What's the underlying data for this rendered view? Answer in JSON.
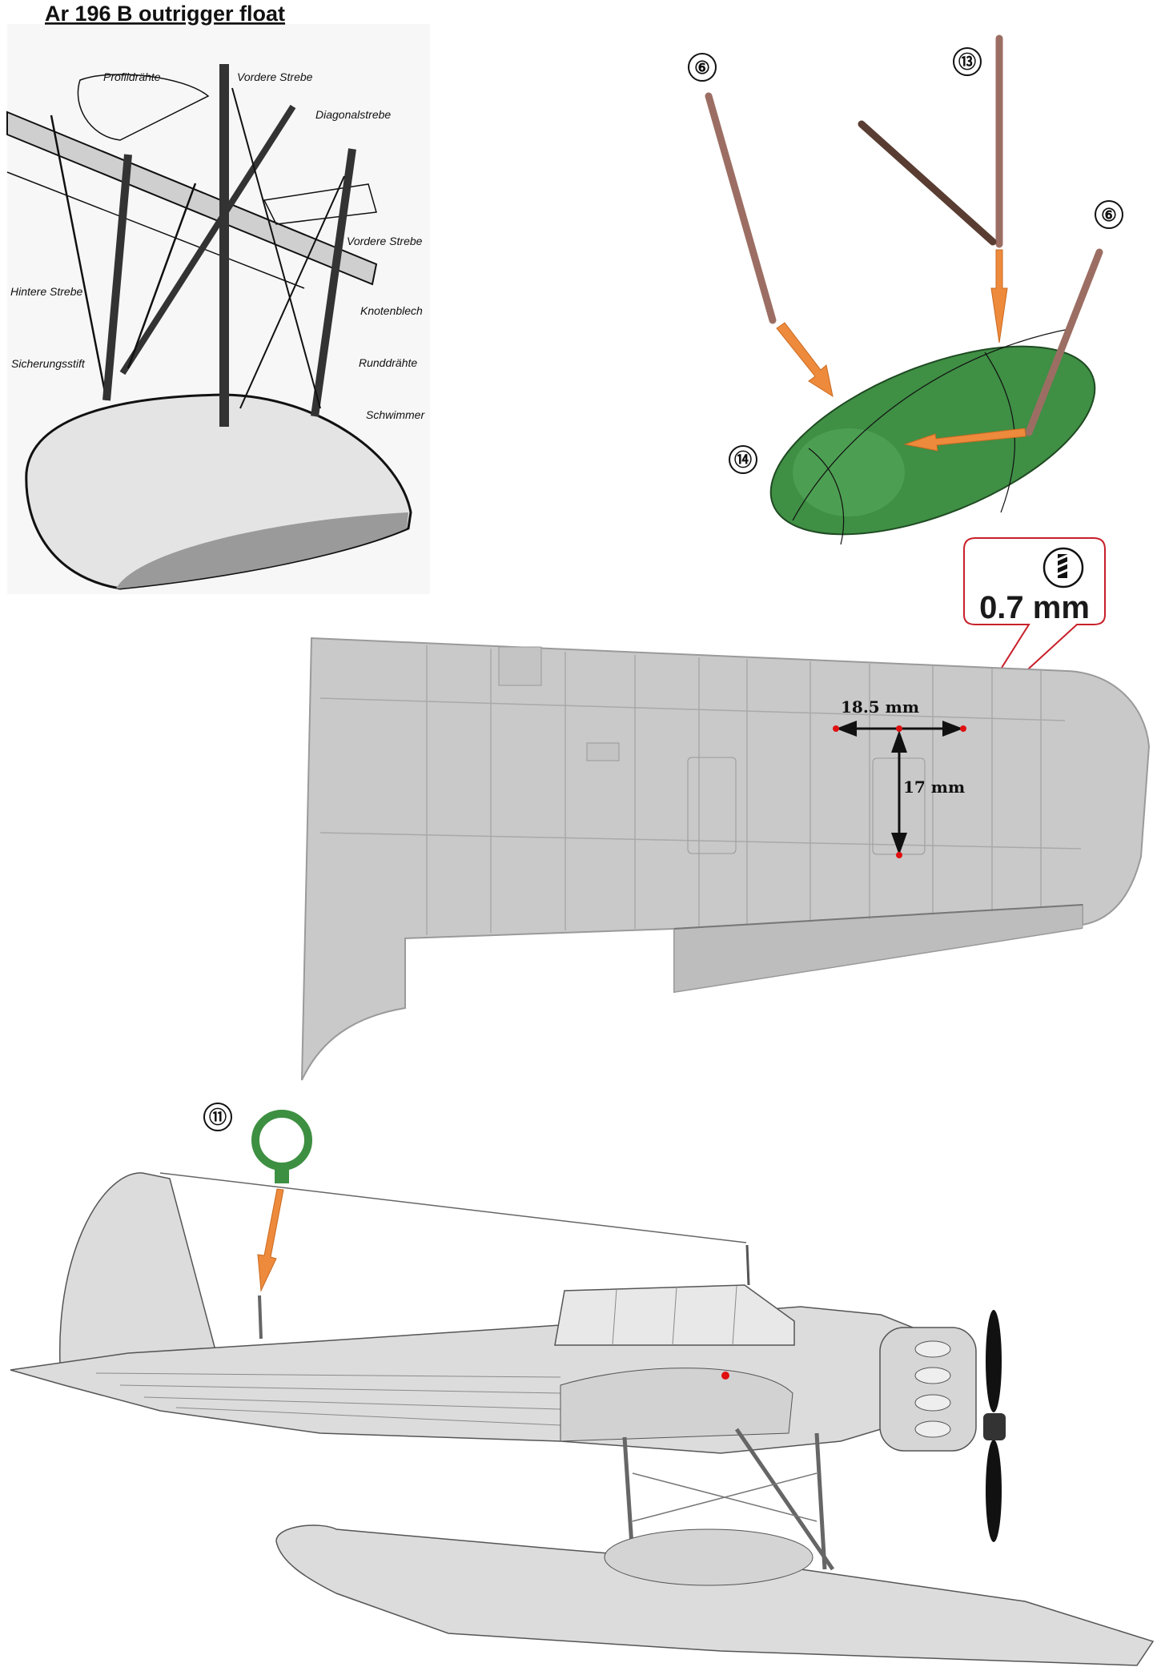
{
  "reference_drawing": {
    "title": "Ar 196 B outrigger float",
    "labels": {
      "profildraehte": "Profildrähte",
      "vordere_strebe_1": "Vordere Strebe",
      "diagonalstrebe": "Diagonalstrebe",
      "vordere_strebe_2": "Vordere Strebe",
      "hintere_strebe": "Hintere Strebe",
      "knotenblech": "Knotenblech",
      "sicherungsstift": "Sicherungsstift",
      "runddraehte": "Runddrähte",
      "schwimmer": "Schwimmer"
    }
  },
  "float_assembly": {
    "parts": {
      "strut_left": "⑥",
      "strut_center": "⑬",
      "strut_right": "⑥",
      "float": "⑭"
    },
    "colors": {
      "float": "#3f8f45",
      "strut": "#9c6e63",
      "arrow": "#ee8a3c"
    }
  },
  "drill_callout": {
    "icon": "drill-bit-icon",
    "size": "0.7 mm",
    "color": "#c8202a"
  },
  "wing_dimensions": {
    "horizontal": "18.5 mm",
    "vertical": "17 mm"
  },
  "aircraft_view": {
    "part": "⑪",
    "colors": {
      "part": "#3d8f41",
      "marker": "#e01010"
    }
  }
}
